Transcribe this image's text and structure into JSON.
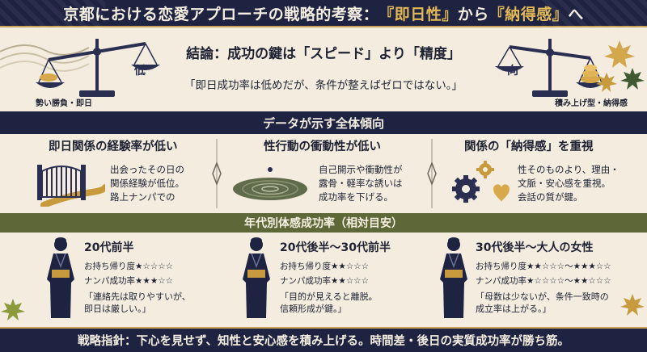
{
  "header": {
    "title_prefix": "京都における恋愛アプローチの戦略的考察：",
    "title_em1": "『即日性』",
    "title_mid": "から",
    "title_em2": "『納得感』",
    "title_suffix": "へ"
  },
  "conclusion": {
    "title": "結論：成功の鍵は「スピード」より「精度」",
    "quote": "「即日成功率は低めだが、条件が整えばゼロではない。」",
    "left_scale_label": "勢い勝負・即日",
    "left_scale_pan": "低",
    "right_scale_label": "積み上げ型・納得感",
    "right_scale_pan": "向"
  },
  "trends": {
    "heading": "データが示す全体傾向",
    "items": [
      {
        "title": "即日関係の経験率が低い",
        "lines": [
          "出会ったその日の",
          "関係経験が低位。",
          "路上ナンパでの"
        ]
      },
      {
        "title": "性行動の衝動性が低い",
        "lines": [
          "自己開示や衝動性が",
          "露骨・軽率な誘いは",
          "成功率を下げる。"
        ]
      },
      {
        "title": "関係の「納得感」を重視",
        "lines": [
          "性そのものより、理由・",
          "文脈・安心感を重視。",
          "会話の質が鍵。"
        ]
      }
    ]
  },
  "ages": {
    "heading": "年代別体感成功率（相対目安）",
    "items": [
      {
        "title": "20代前半",
        "takeaway": "お持ち帰り度★☆☆☆☆",
        "nampa": "ナンパ成功率★★★☆☆",
        "quote": [
          "「連絡先は取りやすいが、",
          "即日は厳しい。」"
        ]
      },
      {
        "title": "20代後半〜30代前半",
        "takeaway": "お持ち帰り度★★☆☆☆",
        "nampa": "ナンパ成功率★★☆☆☆",
        "quote": [
          "「目的が見えると離脱。",
          "信頼形成が鍵。」"
        ]
      },
      {
        "title": "30代後半〜大人の女性",
        "takeaway": "お持ち帰り度★★☆☆☆〜★★★☆☆",
        "nampa": "ナンパ成功率★☆☆☆☆〜★★☆☆☆",
        "quote": [
          "「母数は少ないが、条件一致時の",
          "成立率は上がる。」"
        ]
      }
    ]
  },
  "footer": {
    "text": "戦略指針：下心を見せず、知性と安心感を積み上げる。時間差・後日の実質成功率が勝ち筋。"
  },
  "colors": {
    "navy": "#1e2342",
    "gold": "#e3b955",
    "olive": "#5d6737",
    "paper": "#f3ecdf"
  }
}
